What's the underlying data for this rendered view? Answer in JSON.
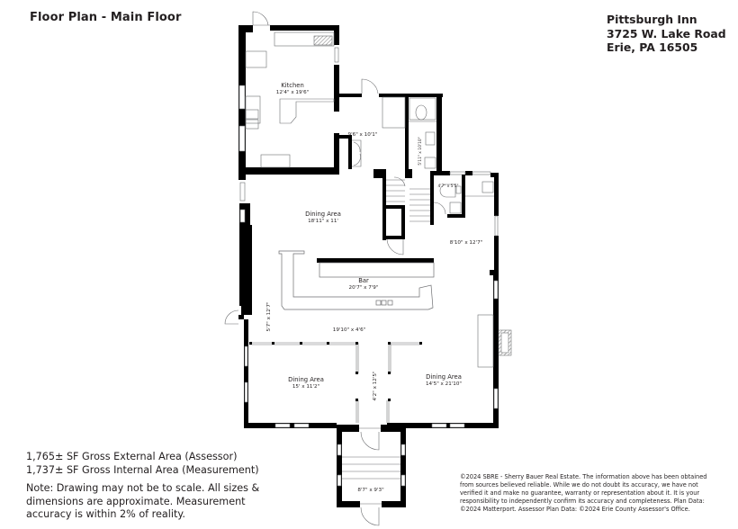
{
  "header": {
    "title": "Floor Plan - Main Floor",
    "address": {
      "name": "Pittsburgh Inn",
      "street": "3725 W. Lake Road",
      "city": "Erie, PA 16505"
    }
  },
  "footer": {
    "areas": [
      "1,765± SF Gross External Area (Assessor)",
      "1,737± SF Gross Internal Area (Measurement)"
    ],
    "note": "Note: Drawing may not be to scale. All sizes & dimensions are approximate. Measurement accuracy is within 2% of reality.",
    "disclaimer": "©2024 SBRE - Sherry Bauer Real Estate. The information above has been obtained from sources believed reliable. While we do not doubt its accuracy, we have not verified it and make no guarantee, warranty or representation about it. It is your responsibility to independently confirm its accuracy and completeness. Plan Data: ©2024 Matterport. Assessor Plan Data: ©2024 Erie County Assessor's Office."
  },
  "rooms": {
    "kitchen": {
      "name": "Kitchen",
      "dims": "12'4\" x 19'6\""
    },
    "hall": {
      "dims": "9'6\" x 10'1\""
    },
    "bath_vertical": {
      "dims": "5'11\" x 10'10\""
    },
    "dining_upper": {
      "name": "Dining Area",
      "dims": "18'11\" x 11'"
    },
    "half_bath": {
      "dims": "4'7\" x 5'5\""
    },
    "side_room": {
      "dims": "8'10\" x 12'7\""
    },
    "bar": {
      "name": "Bar",
      "dims": "20'7\" x 7'9\""
    },
    "left_corridor": {
      "dims": "5'7\" x 12'7\""
    },
    "corridor": {
      "dims": "19'10\" x 4'6\""
    },
    "dining_left": {
      "name": "Dining Area",
      "dims": "15' x 11'2\""
    },
    "passage": {
      "dims": "4'2\" x 12'5\""
    },
    "dining_right": {
      "name": "Dining Area",
      "dims": "14'5\" x 21'10\""
    },
    "vestibule": {
      "dims": "8'7\" x 9'3\""
    }
  },
  "colors": {
    "wall": "#000000",
    "line": "#6d6e71",
    "text": "#231f20",
    "background": "#ffffff"
  }
}
